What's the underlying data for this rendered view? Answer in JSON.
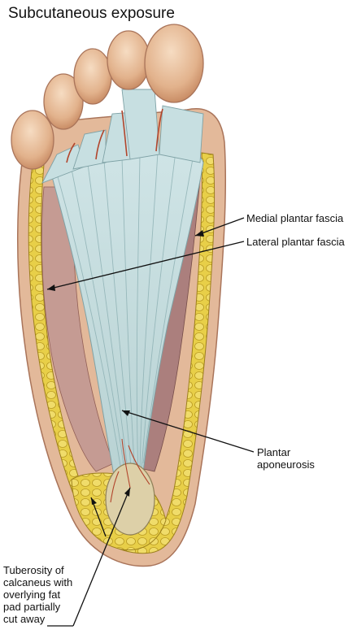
{
  "title": "Subcutaneous exposure",
  "labels": {
    "medial_plantar_fascia": "Medial plantar fascia",
    "lateral_plantar_fascia": "Lateral plantar fascia",
    "plantar_aponeurosis": [
      "Plantar",
      "aponeurosis"
    ],
    "tuberosity": [
      "Tuberosity of",
      "calcaneus with",
      "overlying fat",
      "pad partially",
      "cut away"
    ]
  },
  "colors": {
    "skin": "#e9bf9a",
    "fat": "#e7d04a",
    "fascia": "#bcd8dc",
    "muscle": "#b98982",
    "vessel": "#b2452c"
  }
}
